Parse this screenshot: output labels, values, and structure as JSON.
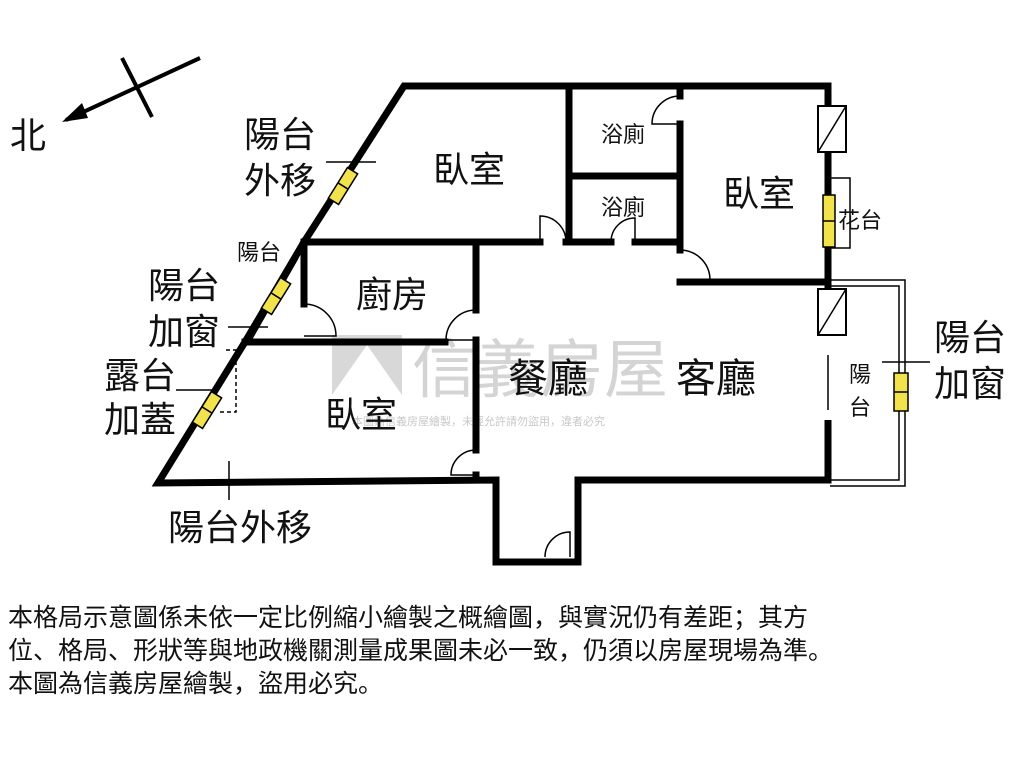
{
  "compass": {
    "north_label": "北"
  },
  "rooms": {
    "bedroom_top": "臥室",
    "bath_1": "浴廁",
    "bath_2": "浴廁",
    "bedroom_right": "臥室",
    "flower_bed": "花台",
    "kitchen": "廚房",
    "dining": "餐廳",
    "living": "客廳",
    "bedroom_bottom": "臥室",
    "balcony_small_left": "陽台",
    "balcony_right": "陽台"
  },
  "annotations": {
    "balcony_moved_out_top": [
      "陽台",
      "外移"
    ],
    "balcony_window_left": [
      "陽台",
      "加窗"
    ],
    "terrace_covered": [
      "露台",
      "加蓋"
    ],
    "balcony_moved_out_bottom": "陽台外移",
    "balcony_window_right": [
      "陽台",
      "加窗"
    ]
  },
  "watermark": {
    "brand": "信義房屋",
    "notice": "本圖為信義房屋繪製，未經允許請勿盜用，違者必究"
  },
  "disclaimer": {
    "line1": "本格局示意圖係未依一定比例縮小繪製之概繪圖，與實況仍有差距；其方",
    "line2": "位、格局、形狀等與地政機關測量成果圖未必一致，仍須以房屋現場為準。",
    "line3": "本圖為信義房屋繪製，盜用必究。"
  },
  "colors": {
    "wall": "#000000",
    "window": "#f2e24c",
    "watermark": "#d4d4d4"
  }
}
